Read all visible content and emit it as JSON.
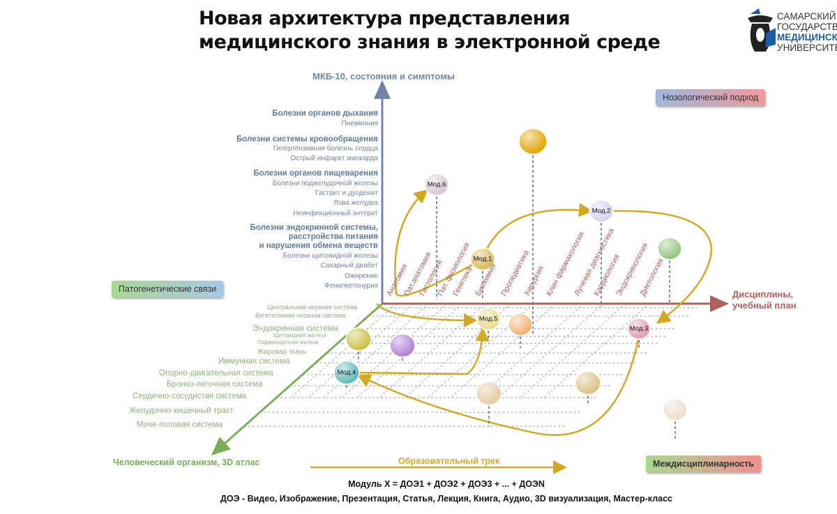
{
  "title_line1": "Новая архитектура представления",
  "title_line2": "медицинского знания в электронной среде",
  "logo": {
    "line1": "САМАРСКИЙ",
    "line2": "ГОСУДАРСТВЕННЫЙ",
    "line3": "МЕДИЦИНСКИЙ",
    "line4": "УНИВЕРСИТЕТ"
  },
  "axes": {
    "vertical": "МКБ-10, состояния и симптомы",
    "horizontal_1": "Дисциплины,",
    "horizontal_2": "учебный план",
    "diagonal": "Человеческий организм, 3D атлас"
  },
  "tags": {
    "nosological": "Нозологический подход",
    "pathogenetic": "Патогенетические связи",
    "interdisciplinary": "Междисциплинарность"
  },
  "icd_items": [
    {
      "text": "Болезни органов дыхания",
      "heading": true
    },
    {
      "text": "Пневмония",
      "heading": false
    },
    {
      "text": "Болезни системы кровообращения",
      "heading": true
    },
    {
      "text": "Гипертензивная болезнь сердца",
      "heading": false
    },
    {
      "text": "Острый инфаркт миокарда",
      "heading": false
    },
    {
      "text": "Болезни органов пищеварения",
      "heading": true
    },
    {
      "text": "Болезни поджелудочной железы",
      "heading": false
    },
    {
      "text": "Гастрит и дуоденит",
      "heading": false
    },
    {
      "text": "Язва желудка",
      "heading": false
    },
    {
      "text": "Неинфекционный энтерит",
      "heading": false
    },
    {
      "text": "Болезни эндокринной системы,",
      "heading": true
    },
    {
      "text": "расстройства питания",
      "heading": true
    },
    {
      "text": "и нарушения обмена веществ",
      "heading": true
    },
    {
      "text": "Болезни щитовидной железы",
      "heading": false
    },
    {
      "text": "Сахарный диабет",
      "heading": false
    },
    {
      "text": "Ожирение",
      "heading": false
    },
    {
      "text": "Фенилкетонурия",
      "heading": false
    }
  ],
  "body_systems": [
    "Центральная нервная система",
    "Вегетативная нервная система",
    "Эндокринная система",
    "Щитовидная железа",
    "Поджелудочная железа",
    "Жировая ткань",
    "Иммунная система",
    "Опорно-двигательная система",
    "Бронхо-легочная система",
    "Сердечно-сосудистая система",
    "Желудочно-кишечный тракт",
    "Моче-половая система"
  ],
  "disciplines": [
    "Анатомия",
    "Пат.анатомия",
    "Гистология",
    "Пат. физиология",
    "Генетика",
    "Биохимия",
    "Пропедевтика",
    "Хирургия",
    "Клин фармакология",
    "Лучевая диагностика",
    "Кардиология",
    "Эндокринология",
    "Диетология"
  ],
  "modules": [
    {
      "label": "",
      "color": "#e0a400"
    },
    {
      "label": "Мод.6",
      "color": "#d8c8d4"
    },
    {
      "label": "Мод.2",
      "color": "#d6d0ee"
    },
    {
      "label": "",
      "color": "#8cc57a"
    },
    {
      "label": "Мод.1",
      "color": "#dcb85a"
    },
    {
      "label": "Мод.5",
      "color": "#e8dc8a"
    },
    {
      "label": "",
      "color": "#f2b070"
    },
    {
      "label": "Мод.3",
      "color": "#e59ab0"
    },
    {
      "label": "",
      "color": "#c8c040"
    },
    {
      "label": "",
      "color": "#b07ad8"
    },
    {
      "label": "Мод.4",
      "color": "#5ab8b8"
    },
    {
      "label": "",
      "color": "#e4caa0"
    },
    {
      "label": "",
      "color": "#dcc080"
    },
    {
      "label": "",
      "color": "#f0dcc8"
    }
  ],
  "track_label": "Образовательный трек",
  "formula": "Модуль X = ДОЭ1 + ДОЭ2 + ДОЭ3 + ... + ДОЭN",
  "legend": "ДОЭ - Видео, Изображение, Презентация, Статья, Лекция, Книга, Аудио, 3D визуализация, Мастер-класс",
  "colors": {
    "vertical_axis": "#6f86a8",
    "horizontal_axis": "#b0605a",
    "diagonal_axis": "#7aae5a",
    "track": "#d4a820"
  }
}
